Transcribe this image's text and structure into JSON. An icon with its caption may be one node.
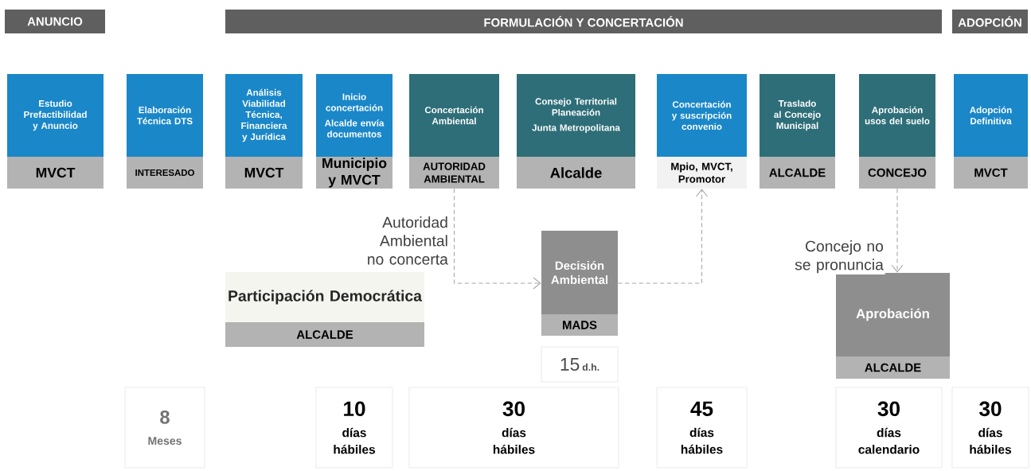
{
  "diagram": {
    "nodes": [
      {
        "text": [
          "ANUNCIO"
        ]
      },
      {
        "text": [
          "FORMULACIÓN Y CONCERTACIÓN"
        ]
      },
      {
        "text": [
          "ADOPCIÓN"
        ]
      },
      {
        "text": [
          "Estudio Prefactibilidad y Anuncio",
          "MVCT"
        ]
      },
      {
        "text": [
          "Elaboración Técnica DTS",
          "INTERESADO"
        ]
      },
      {
        "text": [
          "Análisis Viabilidad Técnica, Financiera y Jurídica",
          "MVCT"
        ]
      },
      {
        "text": [
          "Inicio concertación",
          "Alcalde envía documentos",
          "Municipio y MVCT"
        ]
      },
      {
        "text": [
          "Concertación Ambiental",
          "AUTORIDAD AMBIENTAL"
        ]
      },
      {
        "text": [
          "Consejo Territorial Planeación",
          "Junta Metropolitana",
          "Alcalde"
        ]
      },
      {
        "text": [
          "Concertación y suscripción convenio",
          "Mpio, MVCT, Promotor"
        ]
      },
      {
        "text": [
          "Traslado al Concejo Municipal",
          "ALCALDE"
        ]
      },
      {
        "text": [
          "Aprobación usos del suelo",
          "CONCEJO"
        ]
      },
      {
        "text": [
          "Adopción Definitiva",
          "MVCT"
        ]
      },
      {
        "text": [
          "Participación Democrática",
          "ALCALDE"
        ]
      },
      {
        "text": [
          "Decisión Ambiental",
          "MADS"
        ]
      },
      {
        "text": [
          "15",
          "d.h."
        ]
      },
      {
        "text": [
          "Aprobación",
          "ALCALDE"
        ]
      },
      {
        "text": [
          "8",
          "Meses"
        ]
      },
      {
        "text": [
          "10",
          "días hábiles"
        ]
      },
      {
        "text": [
          "30",
          "días hábiles"
        ]
      },
      {
        "text": [
          "45",
          "días hábiles"
        ]
      },
      {
        "text": [
          "30",
          "días calendario"
        ]
      },
      {
        "text": [
          "30",
          "días hábiles"
        ]
      }
    ],
    "edges": [
      {
        "from": 7,
        "to": 14,
        "arrow": "to",
        "label": "Autoridad Ambiental no concerta",
        "style": "dashed"
      },
      {
        "from": 14,
        "to": 9,
        "arrow": "to",
        "style": "dashed"
      },
      {
        "from": 11,
        "to": 16,
        "arrow": "to",
        "label": "Concejo no se pronuncia",
        "style": "dashed"
      }
    ]
  }
}
